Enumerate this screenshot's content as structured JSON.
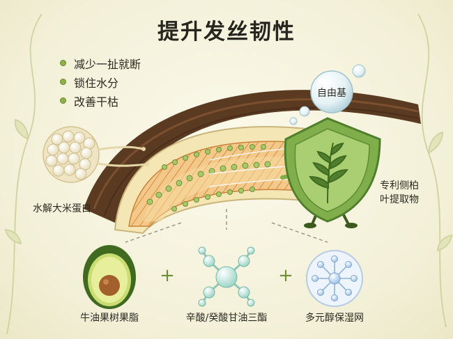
{
  "title": "提升发丝韧性",
  "benefits": [
    "减少一扯就断",
    "锁住水分",
    "改善干枯"
  ],
  "labels": {
    "free_radical": "自由基",
    "rice_protein": "水解大米蛋白",
    "cypress_line1": "专利侧柏",
    "cypress_line2": "叶提取物"
  },
  "ingredients": [
    "牛油果树果脂",
    "辛酸/癸酸甘油三酯",
    "多元醇保湿网"
  ],
  "plus_sign": "+",
  "colors": {
    "hair_brown": "#5b3a22",
    "shield_green": "#7fae4a",
    "leaf_green": "#4f7f2c",
    "accent_orange": "#e3a55a",
    "bullet_green": "#8fb04a"
  },
  "icons": [
    "avocado-icon",
    "ester-molecule-icon",
    "polyol-network-icon",
    "shield-icon",
    "cypress-leaf-icon",
    "free-radical-bubble-icon",
    "rice-protein-cluster-icon"
  ]
}
